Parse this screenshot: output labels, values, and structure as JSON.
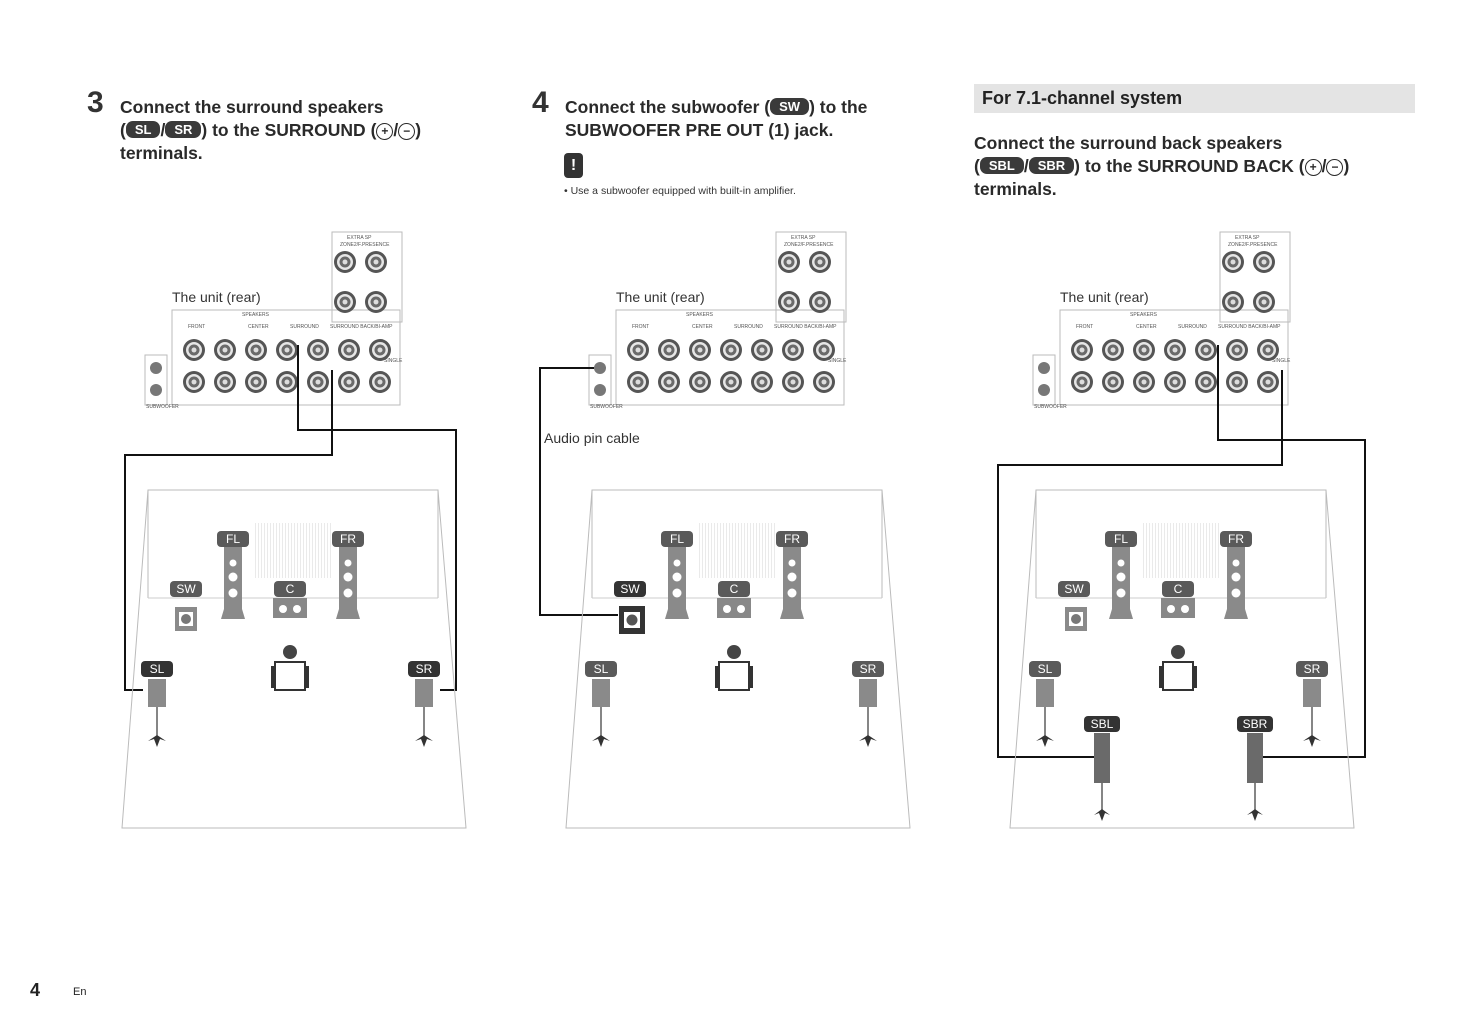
{
  "steps": {
    "step3": {
      "number": "3",
      "line1": "Connect the surround speakers",
      "chip_a": "SL",
      "chip_b": "SR",
      "line2_text": "to the SURROUND",
      "line3": "terminals."
    },
    "step4": {
      "number": "4",
      "line1_a": "Connect the subwoofer (",
      "chip": "SW",
      "line1_b": ") to the",
      "line2": "SUBWOOFER PRE OUT (1) jack.",
      "note_icon": "!",
      "note": "• Use a subwoofer equipped with built-in amplifier."
    },
    "seven_one": {
      "banner": "For 7.1-channel system",
      "line1": "Connect the surround back speakers",
      "chip_a": "SBL",
      "chip_b": "SBR",
      "line2_text": "to the SURROUND BACK",
      "line3": "terminals."
    }
  },
  "symbols": {
    "plus": "+",
    "minus": "−"
  },
  "diagrams": {
    "unit_label": "The unit (rear)",
    "cable_label": "Audio pin cable",
    "speakers": {
      "fl": "FL",
      "fr": "FR",
      "c": "C",
      "sw": "SW",
      "sl": "SL",
      "sr": "SR",
      "sbl": "SBL",
      "sbr": "SBR"
    },
    "panel_text": {
      "extra_sp": "EXTRA SP",
      "zone2": "ZONE2/F.PRESENCE",
      "speakers": "SPEAKERS",
      "front": "FRONT",
      "center": "CENTER",
      "surround": "SURROUND",
      "surround_back": "SURROUND BACK/BI-AMP",
      "single": "SINGLE",
      "subwoofer": "SUBWOOFER"
    }
  },
  "footer": {
    "page": "4",
    "lang": "En"
  },
  "colors": {
    "chip": "#3a3a3a",
    "banner": "#e4e4e4",
    "room_line": "#bbbbbb"
  }
}
